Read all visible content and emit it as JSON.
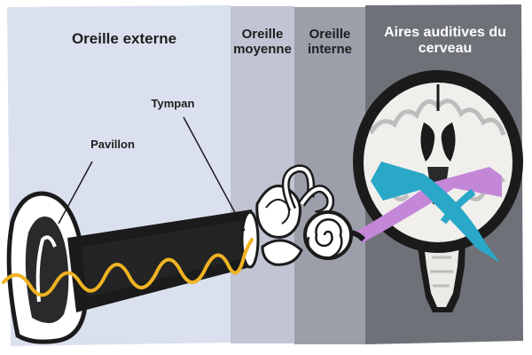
{
  "zones": [
    {
      "title": "Oreille externe",
      "color": "#dbe0ef"
    },
    {
      "title": "Oreille moyenne",
      "color": "#c1c5d3"
    },
    {
      "title": "Oreille interne",
      "color": "#9c9faa"
    },
    {
      "title": "Aires auditives du cerveau",
      "color": "#6f7178"
    }
  ],
  "callouts": {
    "pavillon": "Pavillon",
    "tympan": "Tympan"
  },
  "colors": {
    "sound_wave": "#f0b323",
    "pathway_left": "#2aa8c8",
    "pathway_right": "#c487d8",
    "outline": "#1b1b1b"
  },
  "icons": [
    "ear-icon",
    "ear-canal-icon",
    "eardrum-icon",
    "ossicles-icon",
    "cochlea-icon",
    "brain-icon",
    "brainstem-icon"
  ]
}
